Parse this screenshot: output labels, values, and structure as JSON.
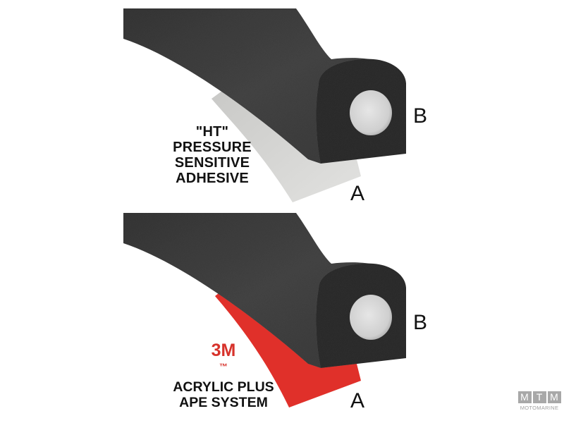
{
  "figure": {
    "panels": [
      {
        "id": "top",
        "adhesive_lines": [
          "\"HT\"",
          "PRESSURE",
          "SENSITIVE",
          "ADHESIVE"
        ],
        "adhesive_color": "#d9d9d7",
        "label_b": "B",
        "label_a": "A"
      },
      {
        "id": "bottom",
        "brand": "3M",
        "brand_mark": "™",
        "brand_color": "#d7322b",
        "adhesive_lines": [
          "ACRYLIC PLUS",
          "APE SYSTEM"
        ],
        "adhesive_color": "#e0302a",
        "label_b": "B",
        "label_a": "A"
      }
    ],
    "foam_color": "#3e3e3e",
    "foam_end_color": "#2f2f2f",
    "hole_color": "#dcdcdc"
  },
  "watermark": {
    "letters": [
      "M",
      "T",
      "M"
    ],
    "text": "MOTOMARINE"
  }
}
